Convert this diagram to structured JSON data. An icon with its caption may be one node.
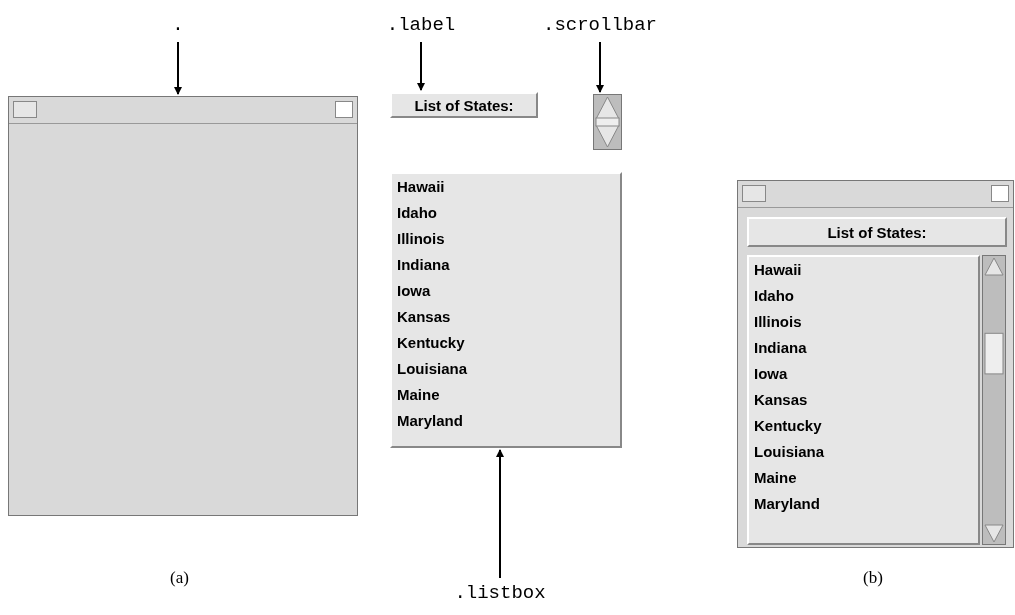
{
  "diagram": {
    "nodes": [
      {
        "text": [
          "."
        ]
      },
      {
        "text": [],
        "shape": "box"
      },
      {
        "text": [
          ".label"
        ]
      },
      {
        "text": [
          "List of States:"
        ]
      },
      {
        "text": [
          ".scrollbar"
        ]
      },
      {
        "text": [],
        "shape": "bar"
      },
      {
        "text": [
          "Hawaii",
          "Idaho",
          "Illinois",
          "Indiana",
          "Iowa",
          "Kansas",
          "Kentucky",
          "Louisiana",
          "Maine",
          "Maryland"
        ]
      },
      {
        "text": [
          ".listbox"
        ]
      },
      {
        "text": [],
        "shape": "box"
      },
      {
        "text": [
          "List of States:"
        ],
        "in": 8
      },
      {
        "text": [
          "Hawaii",
          "Idaho",
          "Illinois",
          "Indiana",
          "Iowa",
          "Kansas",
          "Kentucky",
          "Louisiana",
          "Maine",
          "Maryland"
        ],
        "in": 8
      },
      {
        "text": [],
        "shape": "bar",
        "in": 8
      }
    ],
    "edges": [
      {
        "from": 0,
        "to": 1,
        "arrow": "to"
      },
      {
        "from": 2,
        "to": 3,
        "arrow": "to"
      },
      {
        "from": 4,
        "to": 5,
        "arrow": "to"
      },
      {
        "from": 7,
        "to": 6,
        "arrow": "to"
      }
    ],
    "labels": [
      "(a)",
      "(b)"
    ]
  }
}
